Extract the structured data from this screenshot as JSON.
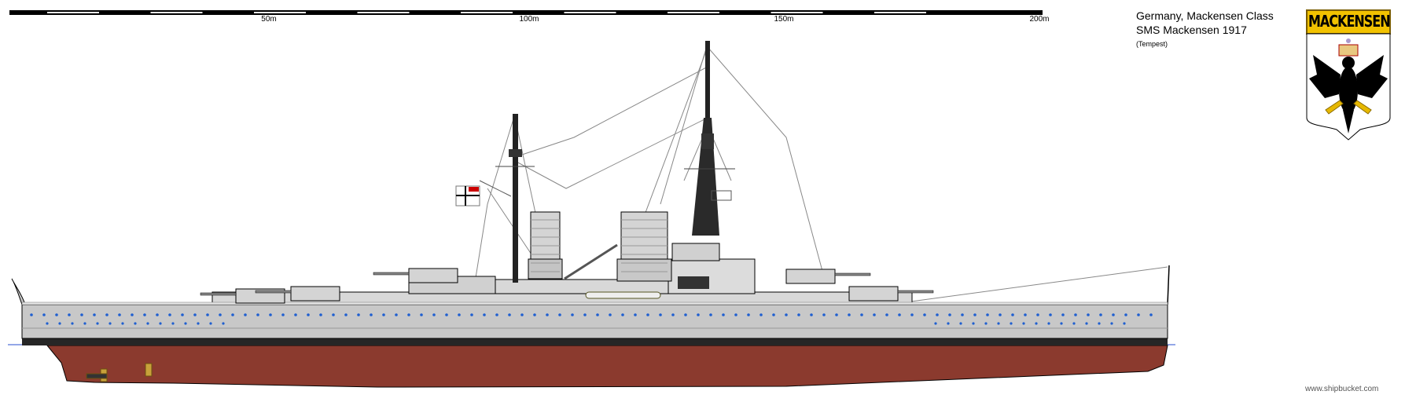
{
  "title": {
    "line1": "Germany, Mackensen Class",
    "line2": "SMS Mackensen 1917",
    "author": "(Tempest)"
  },
  "scale_bar": {
    "labels": [
      "50m",
      "100m",
      "150m",
      "200m"
    ]
  },
  "emblem": {
    "banner": "MACKENSEN",
    "colors": {
      "banner": "#f2c200",
      "eagle": "#000000",
      "shield": "#ffffff"
    }
  },
  "footer": "www.shipbucket.com",
  "colors": {
    "hull_red": "#8b3a2e",
    "boot_top": "#262626",
    "hull_grey": "#c8c8c8",
    "deck_grey": "#d8d8d8",
    "porthole": "#1f5fd0"
  }
}
